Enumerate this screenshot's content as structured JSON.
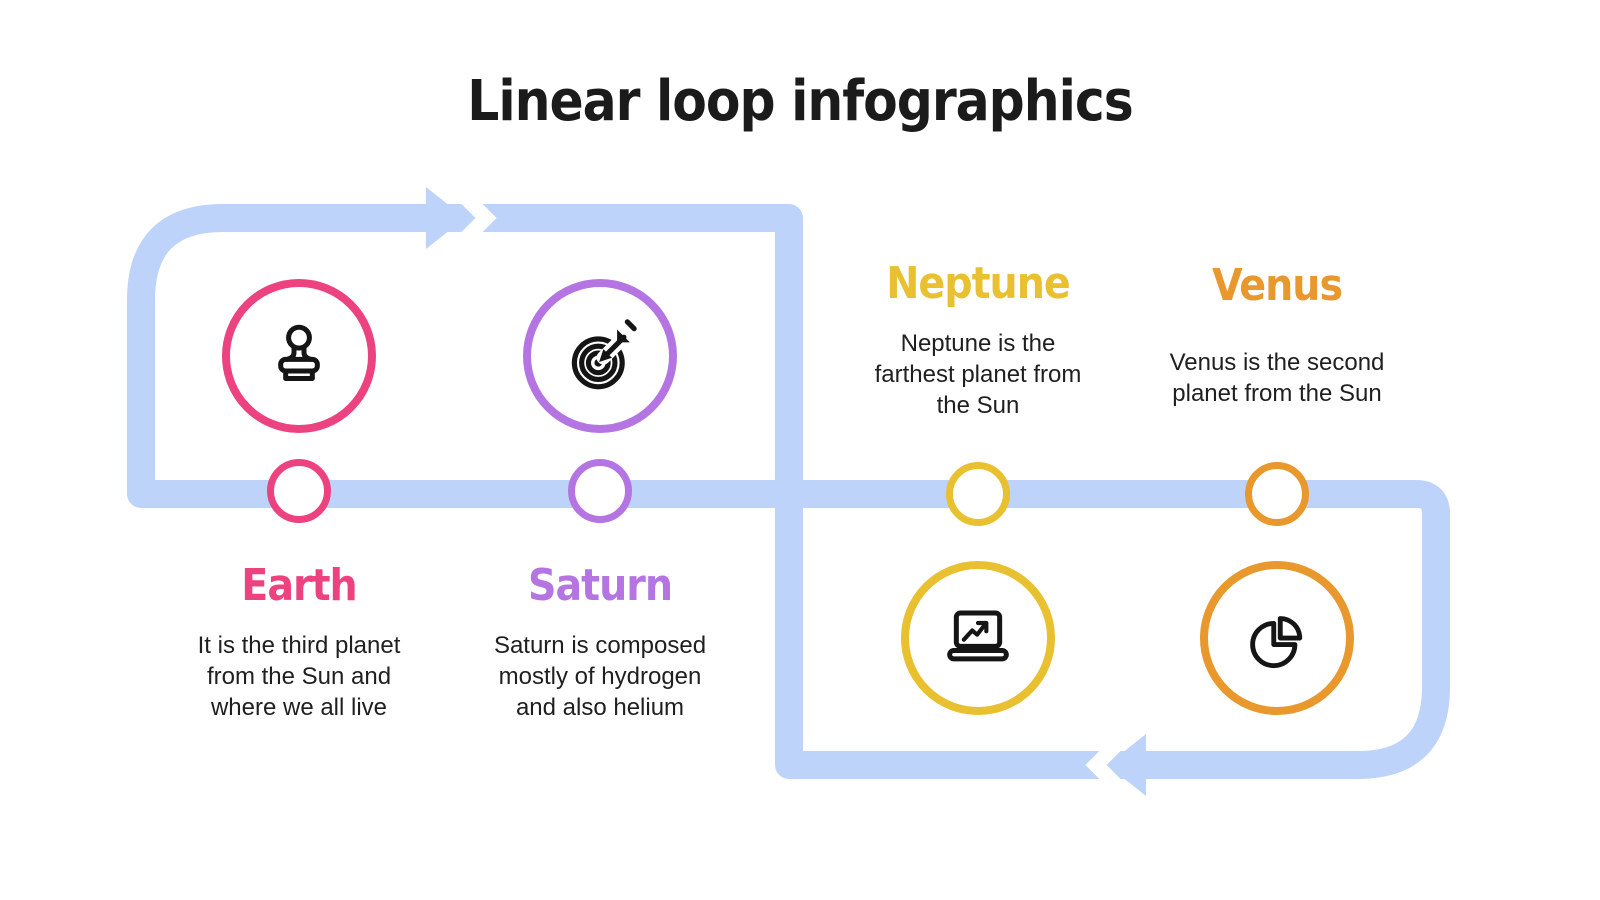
{
  "page": {
    "title": "Linear loop infographics"
  },
  "flow": {
    "color": "#BED3F9",
    "top_arrow_icon": "arrow-right",
    "bottom_arrow_icon": "arrow-left"
  },
  "items": [
    {
      "id": "earth",
      "title": "Earth",
      "color": "#EC4380",
      "icon": "stamp-icon",
      "description": "It is the third planet\nfrom the Sun and\nwhere we all live"
    },
    {
      "id": "saturn",
      "title": "Saturn",
      "color": "#B475E3",
      "icon": "target-icon",
      "description": "Saturn is composed\nmostly of hydrogen\nand also helium"
    },
    {
      "id": "neptune",
      "title": "Neptune",
      "color": "#E9C02F",
      "icon": "laptop-chart-icon",
      "description": "Neptune is the\nfarthest planet from\nthe Sun"
    },
    {
      "id": "venus",
      "title": "Venus",
      "color": "#E8982C",
      "icon": "pie-chart-icon",
      "description": "Venus is the second\nplanet from the Sun"
    }
  ]
}
